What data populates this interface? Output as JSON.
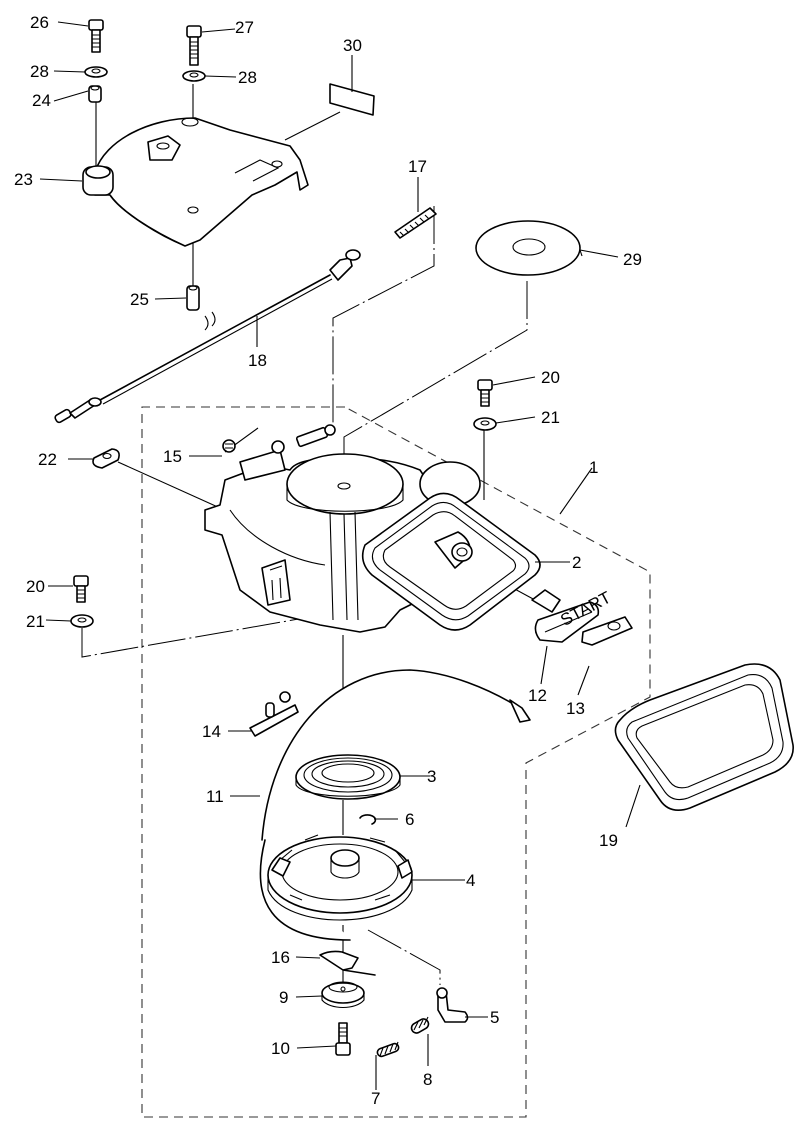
{
  "diagram": {
    "title": "Recoil starter assembly – exploded parts view",
    "boundary_group_callout": "1",
    "handle_text": "START",
    "callouts": [
      {
        "id": "c1",
        "label": "1",
        "part": "recoil-starter-assembly"
      },
      {
        "id": "c2",
        "label": "2",
        "part": "starter-case"
      },
      {
        "id": "c3",
        "label": "3",
        "part": "recoil-spring"
      },
      {
        "id": "c4",
        "label": "4",
        "part": "reel"
      },
      {
        "id": "c5",
        "label": "5",
        "part": "ratchet-pawl"
      },
      {
        "id": "c6",
        "label": "6",
        "part": "e-clip"
      },
      {
        "id": "c7",
        "label": "7",
        "part": "tension-spring"
      },
      {
        "id": "c8",
        "label": "8",
        "part": "pawl-spring"
      },
      {
        "id": "c9",
        "label": "9",
        "part": "friction-plate"
      },
      {
        "id": "c10",
        "label": "10",
        "part": "center-screw"
      },
      {
        "id": "c11",
        "label": "11",
        "part": "starter-rope"
      },
      {
        "id": "c12",
        "label": "12",
        "part": "starter-handle"
      },
      {
        "id": "c13",
        "label": "13",
        "part": "handle-insert"
      },
      {
        "id": "c14",
        "label": "14",
        "part": "stop-lever"
      },
      {
        "id": "c15",
        "label": "15",
        "part": "stop-spring"
      },
      {
        "id": "c16",
        "label": "16",
        "part": "friction-spring"
      },
      {
        "id": "c17",
        "label": "17",
        "part": "cable-spring"
      },
      {
        "id": "c18",
        "label": "18",
        "part": "control-cable"
      },
      {
        "id": "c19",
        "label": "19",
        "part": "gasket-frame"
      },
      {
        "id": "c20a",
        "label": "20",
        "part": "bolt-right"
      },
      {
        "id": "c20b",
        "label": "20",
        "part": "bolt-left"
      },
      {
        "id": "c21a",
        "label": "21",
        "part": "washer-right"
      },
      {
        "id": "c21b",
        "label": "21",
        "part": "washer-left"
      },
      {
        "id": "c22",
        "label": "22",
        "part": "cable-clamp"
      },
      {
        "id": "c23",
        "label": "23",
        "part": "cover"
      },
      {
        "id": "c24",
        "label": "24",
        "part": "collar-top"
      },
      {
        "id": "c25",
        "label": "25",
        "part": "collar-bottom"
      },
      {
        "id": "c26",
        "label": "26",
        "part": "cover-bolt-left"
      },
      {
        "id": "c27",
        "label": "27",
        "part": "cover-bolt-right"
      },
      {
        "id": "c28a",
        "label": "28",
        "part": "cover-washer-left"
      },
      {
        "id": "c28b",
        "label": "28",
        "part": "cover-washer-right"
      },
      {
        "id": "c29",
        "label": "29",
        "part": "disc-plate"
      },
      {
        "id": "c30",
        "label": "30",
        "part": "label-sticker"
      }
    ]
  }
}
